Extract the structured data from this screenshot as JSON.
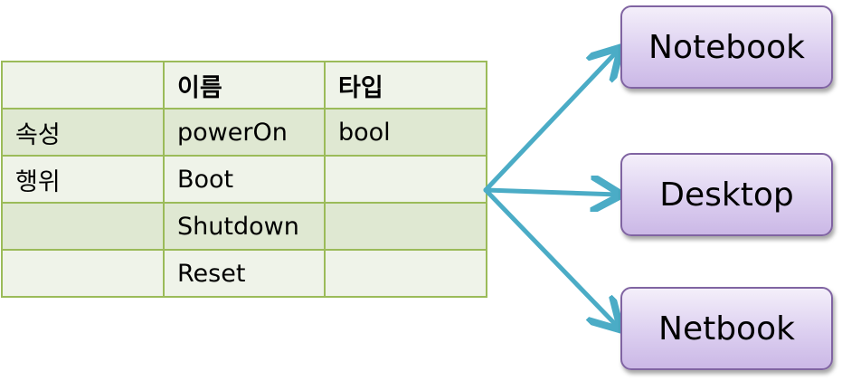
{
  "table": {
    "header": [
      "",
      "이름",
      "타입"
    ],
    "rows": [
      [
        "속성",
        "powerOn",
        "bool"
      ],
      [
        "행위",
        "Boot",
        ""
      ],
      [
        "",
        "Shutdown",
        ""
      ],
      [
        "",
        "Reset",
        ""
      ]
    ]
  },
  "targets": {
    "notebook": "Notebook",
    "desktop": "Desktop",
    "netbook": "Netbook"
  },
  "colors": {
    "table_border": "#9bbb59",
    "row_light": "#eff3e9",
    "row_dark": "#dfe8d2",
    "arrow": "#4bacc6",
    "box_border": "#8064a2",
    "box_fill": "#dccff0"
  }
}
